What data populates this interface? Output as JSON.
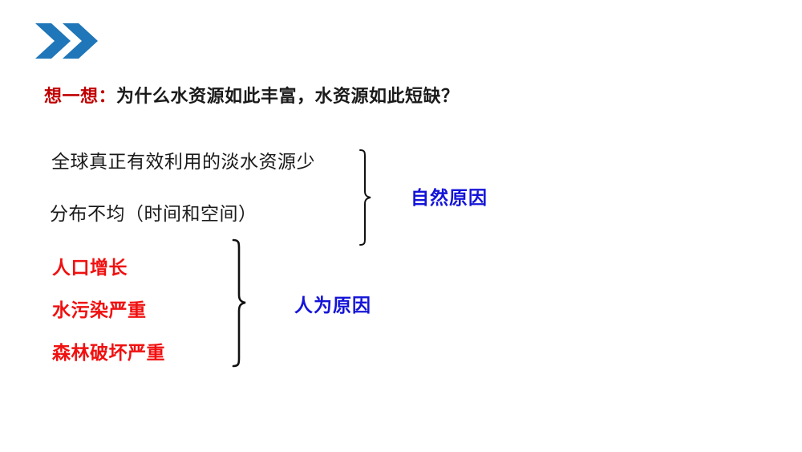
{
  "slide": {
    "background_color": "#FFFFFF",
    "logo": {
      "icon": "double-chevron-right-icon",
      "color": "#1F76B8"
    },
    "title": {
      "highlight": "想一想",
      "separator": "：",
      "question": "为什么水资源如此丰富，水资源如此短缺？",
      "highlight_color": "#C00000",
      "question_color": "#1A1A1A"
    },
    "groups": [
      {
        "id": "natural",
        "label": "自然原因",
        "label_color": "#1414D8",
        "brace_icon": "curly-brace-right-icon",
        "item_color": "#1A1A1A",
        "items": [
          "全球真正有效利用的淡水资源少",
          "分布不均（时间和空间）"
        ]
      },
      {
        "id": "human",
        "label": "人为原因",
        "label_color": "#1414D8",
        "brace_icon": "curly-brace-right-icon",
        "item_color": "#F01010",
        "items": [
          "人口增长",
          "水污染严重",
          "森林破坏严重"
        ]
      }
    ]
  }
}
